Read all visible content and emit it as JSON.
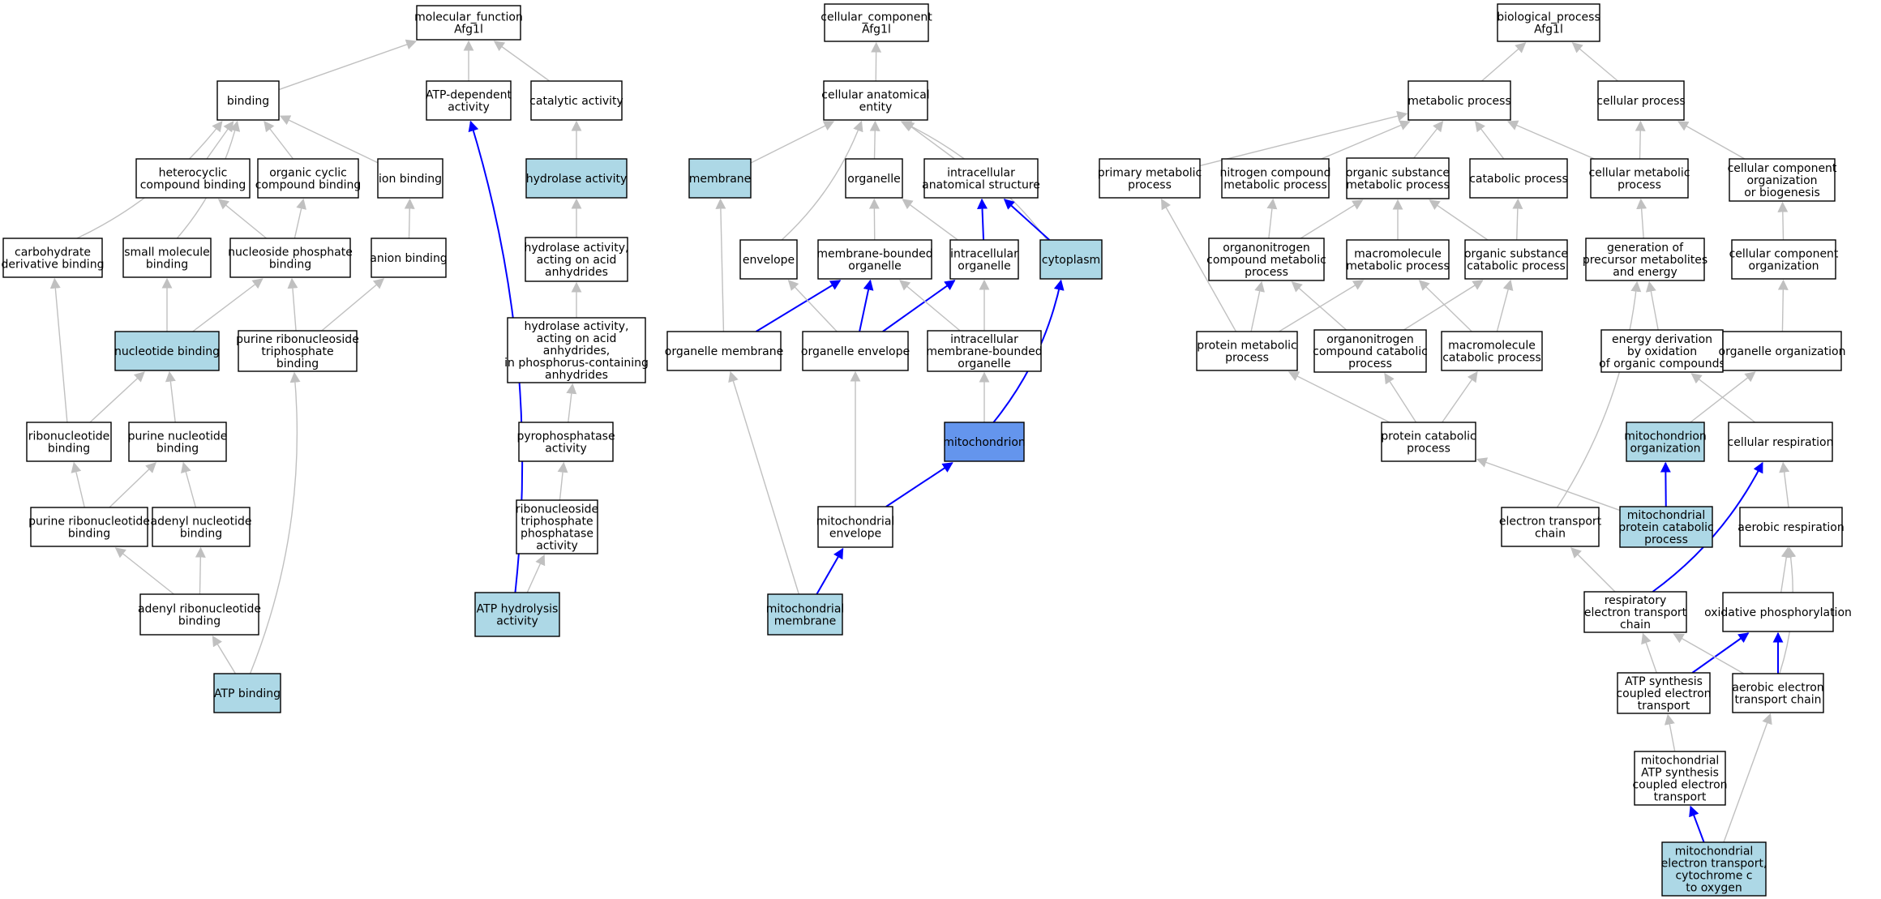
{
  "colors": {
    "node_fill_default": "#ffffff",
    "node_fill_highlight": "#add8e6",
    "node_fill_focus": "#6495ed",
    "edge_default": "#c0c0c0",
    "edge_highlight": "#0000ff",
    "node_stroke": "#000000"
  },
  "nodes": [
    {
      "id": "mf",
      "lines": [
        "molecular_function",
        "Afg1l"
      ],
      "style": "default"
    },
    {
      "id": "binding",
      "lines": [
        "binding"
      ],
      "style": "default"
    },
    {
      "id": "atpdep",
      "lines": [
        "ATP-dependent",
        "activity"
      ],
      "style": "default"
    },
    {
      "id": "catalytic",
      "lines": [
        "catalytic activity"
      ],
      "style": "default"
    },
    {
      "id": "hetcyc",
      "lines": [
        "heterocyclic",
        "compound binding"
      ],
      "style": "default"
    },
    {
      "id": "orgcyc",
      "lines": [
        "organic cyclic",
        "compound binding"
      ],
      "style": "default"
    },
    {
      "id": "ionbind",
      "lines": [
        "ion binding"
      ],
      "style": "default"
    },
    {
      "id": "hydrolase",
      "lines": [
        "hydrolase activity"
      ],
      "style": "highlight"
    },
    {
      "id": "carbderiv",
      "lines": [
        "carbohydrate",
        "derivative binding"
      ],
      "style": "default"
    },
    {
      "id": "smallmol",
      "lines": [
        "small molecule",
        "binding"
      ],
      "style": "default"
    },
    {
      "id": "nucphos",
      "lines": [
        "nucleoside phosphate",
        "binding"
      ],
      "style": "default"
    },
    {
      "id": "anion",
      "lines": [
        "anion binding"
      ],
      "style": "default"
    },
    {
      "id": "hydacid",
      "lines": [
        "hydrolase activity,",
        "acting on acid",
        "anhydrides"
      ],
      "style": "default"
    },
    {
      "id": "nucbind",
      "lines": [
        "nucleotide binding"
      ],
      "style": "highlight"
    },
    {
      "id": "purribotri",
      "lines": [
        "purine ribonucleoside",
        "triphosphate",
        "binding"
      ],
      "style": "default"
    },
    {
      "id": "hydphos",
      "lines": [
        "hydrolase activity,",
        "acting on acid",
        "anhydrides,",
        "in phosphorus-containing",
        "anhydrides"
      ],
      "style": "default"
    },
    {
      "id": "ribonuc",
      "lines": [
        "ribonucleotide",
        "binding"
      ],
      "style": "default"
    },
    {
      "id": "purnuc",
      "lines": [
        "purine nucleotide",
        "binding"
      ],
      "style": "default"
    },
    {
      "id": "pyrophos",
      "lines": [
        "pyrophosphatase",
        "activity"
      ],
      "style": "default"
    },
    {
      "id": "purribonuc",
      "lines": [
        "purine ribonucleotide",
        "binding"
      ],
      "style": "default"
    },
    {
      "id": "adenylnuc",
      "lines": [
        "adenyl nucleotide",
        "binding"
      ],
      "style": "default"
    },
    {
      "id": "ribotriphos",
      "lines": [
        "ribonucleoside",
        "triphosphate",
        "phosphatase",
        "activity"
      ],
      "style": "default"
    },
    {
      "id": "adenylribo",
      "lines": [
        "adenyl ribonucleotide",
        "binding"
      ],
      "style": "default"
    },
    {
      "id": "atphydro",
      "lines": [
        "ATP hydrolysis",
        "activity"
      ],
      "style": "highlight"
    },
    {
      "id": "atpbind",
      "lines": [
        "ATP binding"
      ],
      "style": "highlight"
    },
    {
      "id": "cc",
      "lines": [
        "cellular_component",
        "Afg1l"
      ],
      "style": "default"
    },
    {
      "id": "cae",
      "lines": [
        "cellular anatomical",
        "entity"
      ],
      "style": "default"
    },
    {
      "id": "membrane",
      "lines": [
        "membrane"
      ],
      "style": "highlight"
    },
    {
      "id": "organelle",
      "lines": [
        "organelle"
      ],
      "style": "default"
    },
    {
      "id": "intraanat",
      "lines": [
        "intracellular",
        "anatomical structure"
      ],
      "style": "default"
    },
    {
      "id": "envelope",
      "lines": [
        "envelope"
      ],
      "style": "default"
    },
    {
      "id": "membbound",
      "lines": [
        "membrane-bounded",
        "organelle"
      ],
      "style": "default"
    },
    {
      "id": "intraorg",
      "lines": [
        "intracellular",
        "organelle"
      ],
      "style": "default"
    },
    {
      "id": "cytoplasm",
      "lines": [
        "cytoplasm"
      ],
      "style": "highlight"
    },
    {
      "id": "orgmemb",
      "lines": [
        "organelle membrane"
      ],
      "style": "default"
    },
    {
      "id": "orgenv",
      "lines": [
        "organelle envelope"
      ],
      "style": "default"
    },
    {
      "id": "intramemb",
      "lines": [
        "intracellular",
        "membrane-bounded",
        "organelle"
      ],
      "style": "default"
    },
    {
      "id": "mito",
      "lines": [
        "mitochondrion"
      ],
      "style": "focus"
    },
    {
      "id": "mitoenv",
      "lines": [
        "mitochondrial",
        "envelope"
      ],
      "style": "default"
    },
    {
      "id": "mitomemb",
      "lines": [
        "mitochondrial",
        "membrane"
      ],
      "style": "highlight"
    },
    {
      "id": "bp",
      "lines": [
        "biological_process",
        "Afg1l"
      ],
      "style": "default"
    },
    {
      "id": "metab",
      "lines": [
        "metabolic process"
      ],
      "style": "default"
    },
    {
      "id": "cellproc",
      "lines": [
        "cellular process"
      ],
      "style": "default"
    },
    {
      "id": "primmet",
      "lines": [
        "primary metabolic",
        "process"
      ],
      "style": "default"
    },
    {
      "id": "nitromet",
      "lines": [
        "nitrogen compound",
        "metabolic process"
      ],
      "style": "default"
    },
    {
      "id": "orgsubmet",
      "lines": [
        "organic substance",
        "metabolic process"
      ],
      "style": "default"
    },
    {
      "id": "catab",
      "lines": [
        "catabolic process"
      ],
      "style": "default"
    },
    {
      "id": "cellmet",
      "lines": [
        "cellular metabolic",
        "process"
      ],
      "style": "default"
    },
    {
      "id": "ccorg",
      "lines": [
        "cellular component",
        "organization",
        "or biogenesis"
      ],
      "style": "default"
    },
    {
      "id": "organonitro",
      "lines": [
        "organonitrogen",
        "compound metabolic",
        "process"
      ],
      "style": "default"
    },
    {
      "id": "macromet",
      "lines": [
        "macromolecule",
        "metabolic process"
      ],
      "style": "default"
    },
    {
      "id": "orgsubcat",
      "lines": [
        "organic substance",
        "catabolic process"
      ],
      "style": "default"
    },
    {
      "id": "genprec",
      "lines": [
        "generation of",
        "precursor metabolites",
        "and energy"
      ],
      "style": "default"
    },
    {
      "id": "ccorg2",
      "lines": [
        "cellular component",
        "organization"
      ],
      "style": "default"
    },
    {
      "id": "protmet",
      "lines": [
        "protein metabolic",
        "process"
      ],
      "style": "default"
    },
    {
      "id": "organonitrocat",
      "lines": [
        "organonitrogen",
        "compound catabolic",
        "process"
      ],
      "style": "default"
    },
    {
      "id": "macrocat",
      "lines": [
        "macromolecule",
        "catabolic process"
      ],
      "style": "default"
    },
    {
      "id": "energyderiv",
      "lines": [
        "energy derivation",
        "by oxidation",
        "of organic compounds"
      ],
      "style": "default"
    },
    {
      "id": "organelleorg",
      "lines": [
        "organelle organization"
      ],
      "style": "default"
    },
    {
      "id": "protcat",
      "lines": [
        "protein catabolic",
        "process"
      ],
      "style": "default"
    },
    {
      "id": "mitoorg",
      "lines": [
        "mitochondrion",
        "organization"
      ],
      "style": "highlight"
    },
    {
      "id": "cellresp",
      "lines": [
        "cellular respiration"
      ],
      "style": "default"
    },
    {
      "id": "etc",
      "lines": [
        "electron transport",
        "chain"
      ],
      "style": "default"
    },
    {
      "id": "mitoprotcat",
      "lines": [
        "mitochondrial",
        "protein catabolic",
        "process"
      ],
      "style": "highlight"
    },
    {
      "id": "aerobresp",
      "lines": [
        "aerobic respiration"
      ],
      "style": "default"
    },
    {
      "id": "respetc",
      "lines": [
        "respiratory",
        "electron transport",
        "chain"
      ],
      "style": "default"
    },
    {
      "id": "oxphos",
      "lines": [
        "oxidative phosphorylation"
      ],
      "style": "default"
    },
    {
      "id": "atpsynth",
      "lines": [
        "ATP synthesis",
        "coupled electron",
        "transport"
      ],
      "style": "default"
    },
    {
      "id": "aerobetc",
      "lines": [
        "aerobic electron",
        "transport chain"
      ],
      "style": "default"
    },
    {
      "id": "mitoatpsynth",
      "lines": [
        "mitochondrial",
        "ATP synthesis",
        "coupled electron",
        "transport"
      ],
      "style": "default"
    },
    {
      "id": "mitoetcyt",
      "lines": [
        "mitochondrial",
        "electron transport,",
        "cytochrome c",
        "to oxygen"
      ],
      "style": "highlight"
    }
  ],
  "edges": [
    {
      "from": "binding",
      "to": "mf",
      "style": "default"
    },
    {
      "from": "atpdep",
      "to": "mf",
      "style": "default"
    },
    {
      "from": "catalytic",
      "to": "mf",
      "style": "default"
    },
    {
      "from": "hetcyc",
      "to": "binding",
      "style": "default"
    },
    {
      "from": "orgcyc",
      "to": "binding",
      "style": "default"
    },
    {
      "from": "ionbind",
      "to": "binding",
      "style": "default"
    },
    {
      "from": "carbderiv",
      "to": "binding",
      "style": "default"
    },
    {
      "from": "smallmol",
      "to": "binding",
      "style": "default"
    },
    {
      "from": "hydrolase",
      "to": "catalytic",
      "style": "default"
    },
    {
      "from": "nucphos",
      "to": "hetcyc",
      "style": "default"
    },
    {
      "from": "nucphos",
      "to": "orgcyc",
      "style": "default"
    },
    {
      "from": "anion",
      "to": "ionbind",
      "style": "default"
    },
    {
      "from": "hydacid",
      "to": "hydrolase",
      "style": "default"
    },
    {
      "from": "nucbind",
      "to": "smallmol",
      "style": "default"
    },
    {
      "from": "nucbind",
      "to": "nucphos",
      "style": "default"
    },
    {
      "from": "purribotri",
      "to": "nucphos",
      "style": "default"
    },
    {
      "from": "purribotri",
      "to": "anion",
      "style": "default"
    },
    {
      "from": "hydphos",
      "to": "hydacid",
      "style": "default"
    },
    {
      "from": "ribonuc",
      "to": "carbderiv",
      "style": "default"
    },
    {
      "from": "ribonuc",
      "to": "nucbind",
      "style": "default"
    },
    {
      "from": "purnuc",
      "to": "nucbind",
      "style": "default"
    },
    {
      "from": "pyrophos",
      "to": "hydphos",
      "style": "default"
    },
    {
      "from": "purribonuc",
      "to": "ribonuc",
      "style": "default"
    },
    {
      "from": "purribonuc",
      "to": "purnuc",
      "style": "default"
    },
    {
      "from": "adenylnuc",
      "to": "purnuc",
      "style": "default"
    },
    {
      "from": "ribotriphos",
      "to": "pyrophos",
      "style": "default"
    },
    {
      "from": "adenylribo",
      "to": "purribonuc",
      "style": "default"
    },
    {
      "from": "adenylribo",
      "to": "adenylnuc",
      "style": "default"
    },
    {
      "from": "atphydro",
      "to": "ribotriphos",
      "style": "default"
    },
    {
      "from": "atphydro",
      "to": "atpdep",
      "style": "highlight"
    },
    {
      "from": "atpbind",
      "to": "adenylribo",
      "style": "default"
    },
    {
      "from": "atpbind",
      "to": "purribotri",
      "style": "default"
    },
    {
      "from": "cae",
      "to": "cc",
      "style": "default"
    },
    {
      "from": "membrane",
      "to": "cae",
      "style": "default"
    },
    {
      "from": "organelle",
      "to": "cae",
      "style": "default"
    },
    {
      "from": "intraanat",
      "to": "cae",
      "style": "default"
    },
    {
      "from": "envelope",
      "to": "cae",
      "style": "default"
    },
    {
      "from": "cytoplasm",
      "to": "cae",
      "style": "default"
    },
    {
      "from": "membbound",
      "to": "organelle",
      "style": "default"
    },
    {
      "from": "intraorg",
      "to": "organelle",
      "style": "default"
    },
    {
      "from": "intraorg",
      "to": "intraanat",
      "style": "highlight"
    },
    {
      "from": "cytoplasm",
      "to": "intraanat",
      "style": "highlight"
    },
    {
      "from": "orgmemb",
      "to": "membrane",
      "style": "default"
    },
    {
      "from": "orgmemb",
      "to": "membbound",
      "style": "highlight"
    },
    {
      "from": "orgenv",
      "to": "envelope",
      "style": "default"
    },
    {
      "from": "orgenv",
      "to": "membbound",
      "style": "highlight"
    },
    {
      "from": "orgenv",
      "to": "intraorg",
      "style": "highlight"
    },
    {
      "from": "intramemb",
      "to": "membbound",
      "style": "default"
    },
    {
      "from": "intramemb",
      "to": "intraorg",
      "style": "default"
    },
    {
      "from": "mito",
      "to": "intramemb",
      "style": "default"
    },
    {
      "from": "mito",
      "to": "cytoplasm",
      "style": "highlight"
    },
    {
      "from": "mitoenv",
      "to": "orgenv",
      "style": "default"
    },
    {
      "from": "mitoenv",
      "to": "mito",
      "style": "highlight"
    },
    {
      "from": "mitomemb",
      "to": "orgmemb",
      "style": "default"
    },
    {
      "from": "mitomemb",
      "to": "mitoenv",
      "style": "highlight"
    },
    {
      "from": "metab",
      "to": "bp",
      "style": "default"
    },
    {
      "from": "cellproc",
      "to": "bp",
      "style": "default"
    },
    {
      "from": "primmet",
      "to": "metab",
      "style": "default"
    },
    {
      "from": "nitromet",
      "to": "metab",
      "style": "default"
    },
    {
      "from": "orgsubmet",
      "to": "metab",
      "style": "default"
    },
    {
      "from": "catab",
      "to": "metab",
      "style": "default"
    },
    {
      "from": "cellmet",
      "to": "metab",
      "style": "default"
    },
    {
      "from": "cellmet",
      "to": "cellproc",
      "style": "default"
    },
    {
      "from": "ccorg",
      "to": "cellproc",
      "style": "default"
    },
    {
      "from": "organonitro",
      "to": "nitromet",
      "style": "default"
    },
    {
      "from": "organonitro",
      "to": "orgsubmet",
      "style": "default"
    },
    {
      "from": "macromet",
      "to": "orgsubmet",
      "style": "default"
    },
    {
      "from": "orgsubcat",
      "to": "orgsubmet",
      "style": "default"
    },
    {
      "from": "orgsubcat",
      "to": "catab",
      "style": "default"
    },
    {
      "from": "genprec",
      "to": "cellmet",
      "style": "default"
    },
    {
      "from": "ccorg2",
      "to": "ccorg",
      "style": "default"
    },
    {
      "from": "protmet",
      "to": "primmet",
      "style": "default"
    },
    {
      "from": "protmet",
      "to": "organonitro",
      "style": "default"
    },
    {
      "from": "protmet",
      "to": "macromet",
      "style": "default"
    },
    {
      "from": "organonitrocat",
      "to": "organonitro",
      "style": "default"
    },
    {
      "from": "organonitrocat",
      "to": "orgsubcat",
      "style": "default"
    },
    {
      "from": "macrocat",
      "to": "macromet",
      "style": "default"
    },
    {
      "from": "macrocat",
      "to": "orgsubcat",
      "style": "default"
    },
    {
      "from": "energyderiv",
      "to": "genprec",
      "style": "default"
    },
    {
      "from": "organelleorg",
      "to": "ccorg2",
      "style": "default"
    },
    {
      "from": "protcat",
      "to": "protmet",
      "style": "default"
    },
    {
      "from": "protcat",
      "to": "organonitrocat",
      "style": "default"
    },
    {
      "from": "protcat",
      "to": "macrocat",
      "style": "default"
    },
    {
      "from": "mitoorg",
      "to": "organelleorg",
      "style": "default"
    },
    {
      "from": "cellresp",
      "to": "energyderiv",
      "style": "default"
    },
    {
      "from": "etc",
      "to": "genprec",
      "style": "default"
    },
    {
      "from": "mitoprotcat",
      "to": "protcat",
      "style": "default"
    },
    {
      "from": "mitoprotcat",
      "to": "mitoorg",
      "style": "highlight"
    },
    {
      "from": "aerobresp",
      "to": "cellresp",
      "style": "default"
    },
    {
      "from": "respetc",
      "to": "etc",
      "style": "default"
    },
    {
      "from": "respetc",
      "to": "cellresp",
      "style": "highlight"
    },
    {
      "from": "oxphos",
      "to": "aerobresp",
      "style": "default"
    },
    {
      "from": "atpsynth",
      "to": "respetc",
      "style": "default"
    },
    {
      "from": "atpsynth",
      "to": "oxphos",
      "style": "highlight"
    },
    {
      "from": "aerobetc",
      "to": "respetc",
      "style": "default"
    },
    {
      "from": "aerobetc",
      "to": "oxphos",
      "style": "highlight"
    },
    {
      "from": "aerobetc",
      "to": "aerobresp",
      "style": "default"
    },
    {
      "from": "mitoatpsynth",
      "to": "atpsynth",
      "style": "default"
    },
    {
      "from": "mitoetcyt",
      "to": "mitoatpsynth",
      "style": "highlight"
    },
    {
      "from": "mitoetcyt",
      "to": "aerobetc",
      "style": "default"
    }
  ]
}
